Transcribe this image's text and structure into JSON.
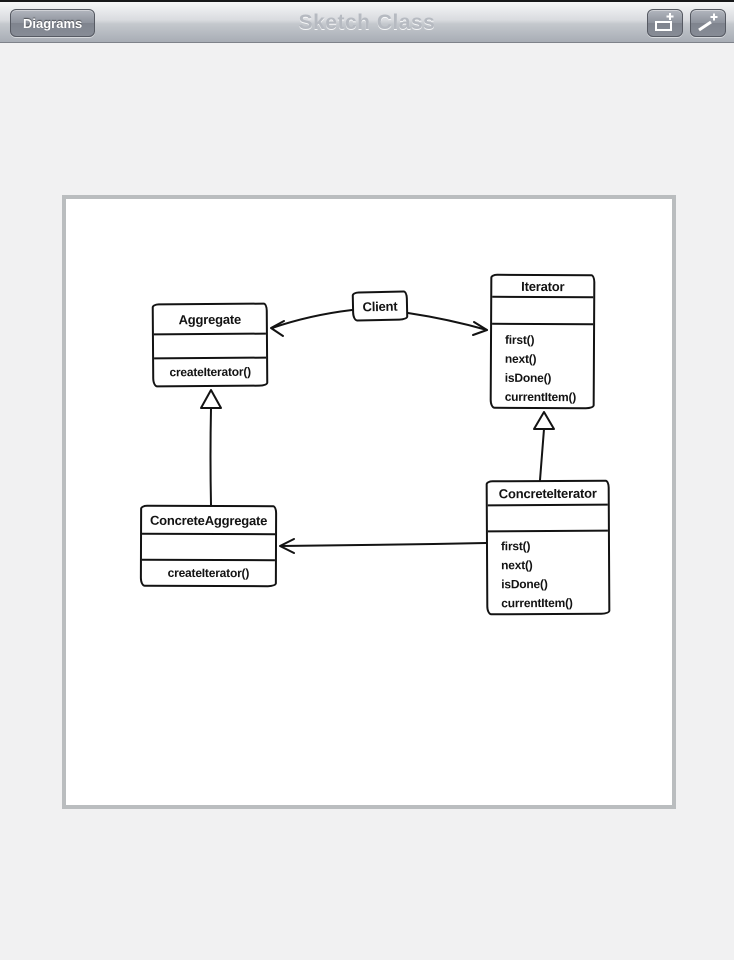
{
  "toolbar": {
    "back_button_label": "Diagrams",
    "title": "Sketch Class",
    "add_class_icon": "add-class",
    "add_line_icon": "add-line"
  },
  "diagram": {
    "classes": {
      "aggregate": {
        "name": "Aggregate",
        "methods": [
          "createIterator()"
        ]
      },
      "client": {
        "name": "Client"
      },
      "iterator": {
        "name": "Iterator",
        "methods": [
          "first()",
          "next()",
          "isDone()",
          "currentItem()"
        ]
      },
      "concrete_aggregate": {
        "name": "ConcreteAggregate",
        "methods": [
          "createIterator()"
        ]
      },
      "concrete_iterator": {
        "name": "ConcreteIterator",
        "methods": [
          "first()",
          "next()",
          "isDone()",
          "currentItem()"
        ]
      }
    },
    "relations": [
      {
        "from": "Client",
        "to": "Aggregate",
        "type": "directed-association"
      },
      {
        "from": "Client",
        "to": "Iterator",
        "type": "directed-association"
      },
      {
        "from": "ConcreteAggregate",
        "to": "Aggregate",
        "type": "generalization"
      },
      {
        "from": "ConcreteIterator",
        "to": "Iterator",
        "type": "generalization"
      },
      {
        "from": "ConcreteIterator",
        "to": "ConcreteAggregate",
        "type": "directed-association"
      }
    ]
  },
  "colors": {
    "canvas_background": "#f1f1f2",
    "page_background": "#ffffff",
    "page_border": "#babdbf",
    "diagram_stroke": "#131313",
    "toolbar_title_color": "#b6bac1"
  }
}
